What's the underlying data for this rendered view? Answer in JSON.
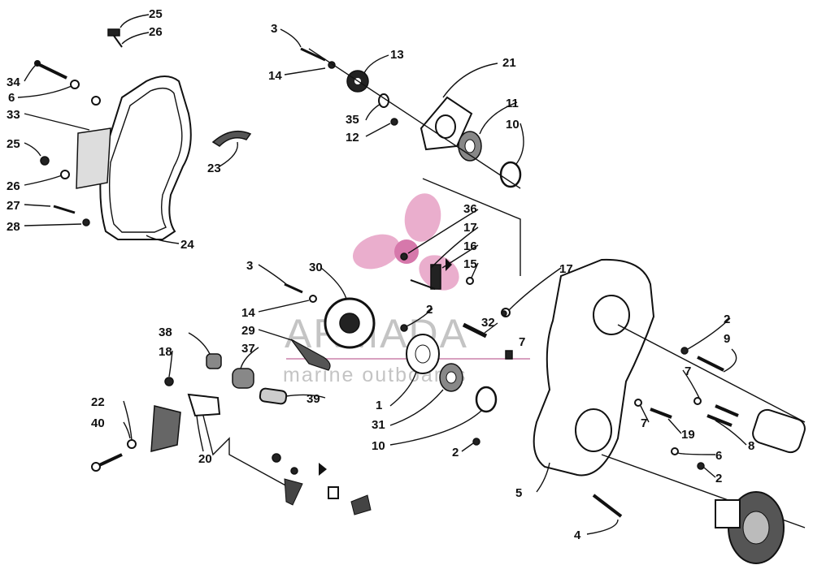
{
  "watermark": {
    "brand": "ARMADA",
    "subtitle": "marine outboards",
    "colors": {
      "logo": "#e8a6c8",
      "logo_dark": "#d26aa2",
      "text": "#c4c4c4"
    }
  },
  "callouts": [
    "25",
    "26",
    "34",
    "6",
    "33",
    "25",
    "26",
    "27",
    "28",
    "24",
    "23",
    "3",
    "14",
    "13",
    "35",
    "12",
    "21",
    "11",
    "10",
    "36",
    "17",
    "16",
    "15",
    "3",
    "30",
    "14",
    "29",
    "38",
    "18",
    "37",
    "2",
    "32",
    "7",
    "39",
    "17",
    "22",
    "40",
    "20",
    "1",
    "31",
    "10",
    "2",
    "5",
    "4",
    "2",
    "9",
    "7",
    "7",
    "19",
    "6",
    "8",
    "2"
  ]
}
